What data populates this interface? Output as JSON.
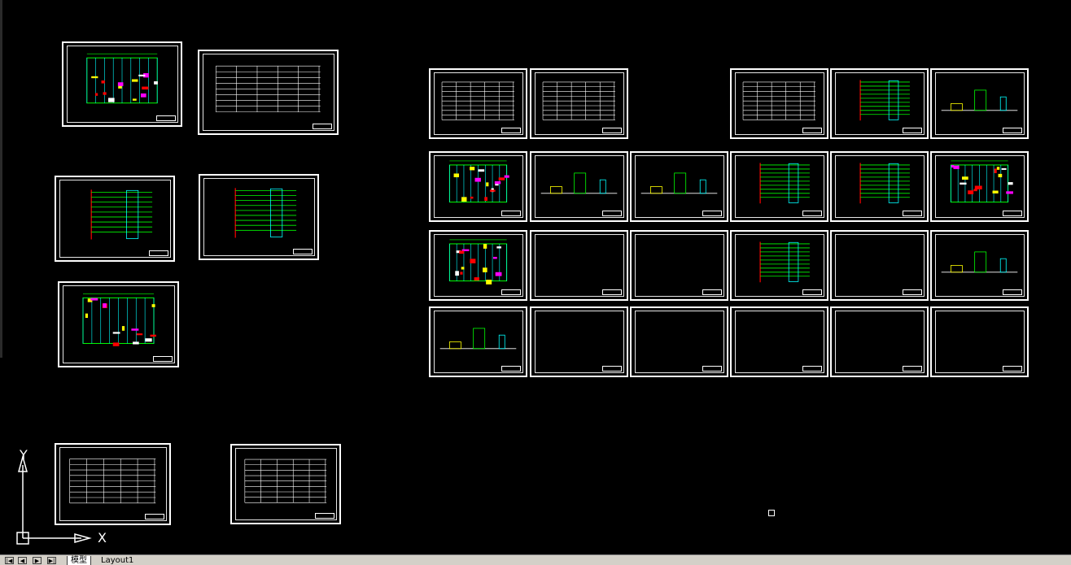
{
  "ucs": {
    "y_label": "Y",
    "x_label": "X"
  },
  "tabs": [
    {
      "label": "模型",
      "active": true
    },
    {
      "label": "Layout1",
      "active": false
    }
  ],
  "nav": [
    "|◀",
    "◀",
    "▶",
    "▶|"
  ],
  "colors": {
    "background": "#000000",
    "sheet_border": "#ffffff",
    "cad_green": "#00ff00",
    "cad_cyan": "#00ffff",
    "cad_yellow": "#ffff00",
    "cad_red": "#ff0000",
    "cad_magenta": "#ff00ff",
    "tab_bar": "#d4d0c8"
  },
  "sheet_contents": [
    "floor-plan",
    "table",
    "schematic",
    "riser",
    "floor-plan",
    "panel-schedule",
    "panel-schedule",
    "notes",
    "table",
    "table",
    "riser",
    "detail",
    "floor-plan",
    "floor-plan",
    "detail",
    "detail",
    "riser",
    "riser",
    "floor-plan",
    "floor-plan",
    "empty",
    "empty",
    "riser",
    "empty",
    "section",
    "structure",
    "empty",
    "empty",
    "empty",
    "empty"
  ]
}
